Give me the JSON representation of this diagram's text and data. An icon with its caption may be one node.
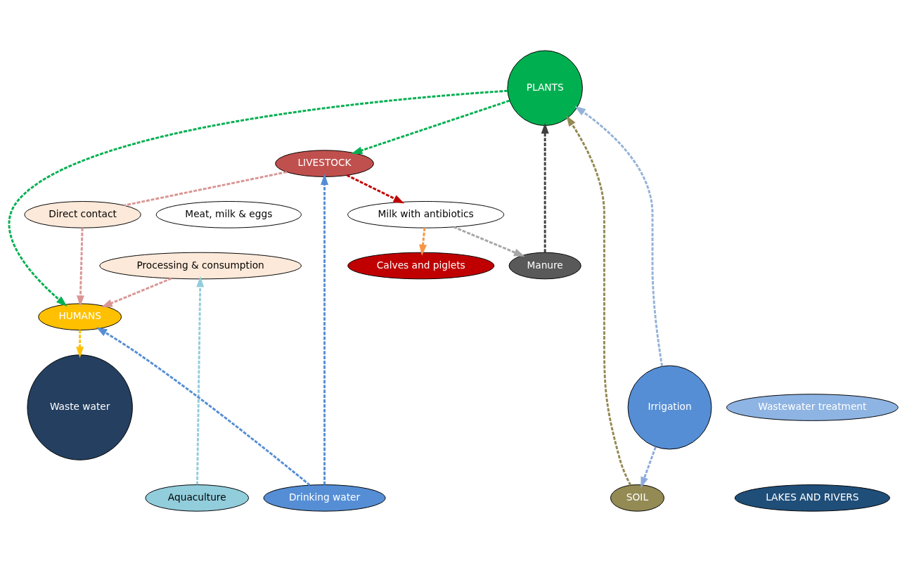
{
  "diagram": {
    "nodes": [
      {
        "text": [
          "PLANTS"
        ]
      },
      {
        "text": [
          "Milk with antibiotics"
        ]
      },
      {
        "text": [
          "SOIL"
        ]
      },
      {
        "text": [
          "Calves and piglets"
        ]
      },
      {
        "text": [
          "Manure"
        ]
      },
      {
        "text": [
          "LIVESTOCK"
        ]
      },
      {
        "text": [
          "Meat, milk & eggs"
        ]
      },
      {
        "text": [
          "Irrigation"
        ]
      },
      {
        "text": [
          "Wastewater treatment"
        ]
      },
      {
        "text": [
          "Waste water"
        ]
      },
      {
        "text": [
          "Processing & consumption"
        ]
      },
      {
        "text": [
          "LAKES AND RIVERS"
        ]
      },
      {
        "text": [
          "Aquaculture"
        ]
      },
      {
        "text": [
          "Direct contact"
        ]
      },
      {
        "text": [
          "Drinking water"
        ]
      },
      {
        "text": [
          "HUMANS"
        ]
      }
    ],
    "edges": [
      {
        "from": 7,
        "to": 0,
        "arrow": "to",
        "style": "dashed",
        "color": "#95b3d7"
      },
      {
        "from": 7,
        "to": 2,
        "arrow": "to",
        "style": "dashed",
        "color": "#8eaadb"
      },
      {
        "from": 2,
        "to": 0,
        "arrow": "to",
        "style": "dashed",
        "color": "#948a54"
      },
      {
        "from": 4,
        "to": 0,
        "arrow": "to",
        "style": "dashed",
        "color": "#404040"
      },
      {
        "from": 1,
        "to": 4,
        "arrow": "to",
        "style": "dashed",
        "color": "#a6a6a6"
      },
      {
        "from": 0,
        "to": 5,
        "arrow": "to",
        "style": "dashed",
        "color": "#00b050"
      },
      {
        "from": 5,
        "to": 1,
        "arrow": "to",
        "style": "dashed",
        "color": "#c00000"
      },
      {
        "from": 1,
        "to": 3,
        "arrow": "to",
        "style": "dashed",
        "color": "#f79646"
      },
      {
        "from": 0,
        "to": 15,
        "arrow": "to",
        "style": "dashed",
        "color": "#00b050"
      },
      {
        "from": 5,
        "to": 13,
        "arrow": "none",
        "style": "dashed",
        "color": "#d99694"
      },
      {
        "from": 13,
        "to": 15,
        "arrow": "to",
        "style": "dashed",
        "color": "#d99694"
      },
      {
        "from": 10,
        "to": 15,
        "arrow": "to",
        "style": "dashed",
        "color": "#d99694"
      },
      {
        "from": 12,
        "to": 10,
        "arrow": "to",
        "style": "dashed",
        "color": "#92cddc"
      },
      {
        "from": 14,
        "to": 5,
        "arrow": "to",
        "style": "dashed",
        "color": "#558ed5"
      },
      {
        "from": 14,
        "to": 15,
        "arrow": "to",
        "style": "dashed",
        "color": "#558ed5"
      },
      {
        "from": 15,
        "to": 9,
        "arrow": "to",
        "style": "dashed",
        "color": "#ffc000"
      }
    ]
  }
}
